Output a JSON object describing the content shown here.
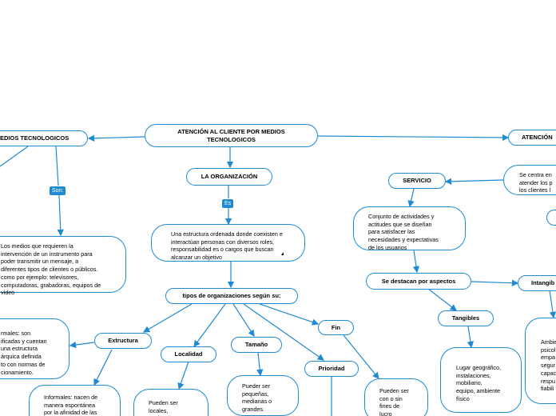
{
  "colors": {
    "line": "#1f8ad2",
    "tag_bg": "#1f8ad2"
  },
  "nodes": {
    "root": "ATENCIÓN AL CLIENTE POR MEDIOS TECNOLOGICOS",
    "medios": "MEDIOS TECNOLOGICOS",
    "atencion_right": "ATENCIÓN",
    "organizacion": "LA ORGANIZACIÓN",
    "org_def": "Una estructura ordenada donde coexisten e interactúan personas con diversos roles, responsabilidad es o cargos que buscan alcanzar un objetivo",
    "tipos": "tipos de organizaciones según su:",
    "estructura": "Extructura",
    "localidad": "Localidad",
    "tamano": "Tamaño",
    "prioridad": "Prioridad",
    "fin": "Fin",
    "formales": "rmales: son\nificadas y cuentan\n una estructura\nárquica definida\nto con normas de\ncionamiento.",
    "informales": "Informales: nacen de\nmanera espontánea\npor la afinidad de las",
    "localidad_desc": "Pueden ser\nlocales,\nnacionales e",
    "tamano_desc": "Pueder ser\npequeñas,\nmedianas o\ngrandes.",
    "fin_desc": "Pueden ser\ncon o sin\nfines de\nlucro",
    "medios_desc": "Los medios que requieren la\nintervención de un instrumento  para\npoder transmitir un mensaje, a\ndiferentes tipos de clientes o públicos.\ncomo por ejemplo: televisores,\ncomputadoras, grabadoras, equipos de\nvideo",
    "servicio": "SERVICIO",
    "servicio_def": "Conjunto de actividades y\nactitudes que se diseñan\npara satisfacer las\nnecesidades y expectativas\nde los usuarios",
    "aspectos": "Se destacan por aspectos",
    "tangibles": "Tangibles",
    "intangibles": "Intangib",
    "tangibles_desc": "Lugar geográfico,\ninstalaciones,\nmobiliario,\nequipo, ambiente\nfísico",
    "intangibles_desc": "Ambie\npsicol\nempa\nsegur\ncapac\nrespu\nfiabili",
    "centra": "Se centra en\natender los p\nlos clientes  l"
  },
  "tags": {
    "son": "Son:",
    "es": "Es"
  }
}
